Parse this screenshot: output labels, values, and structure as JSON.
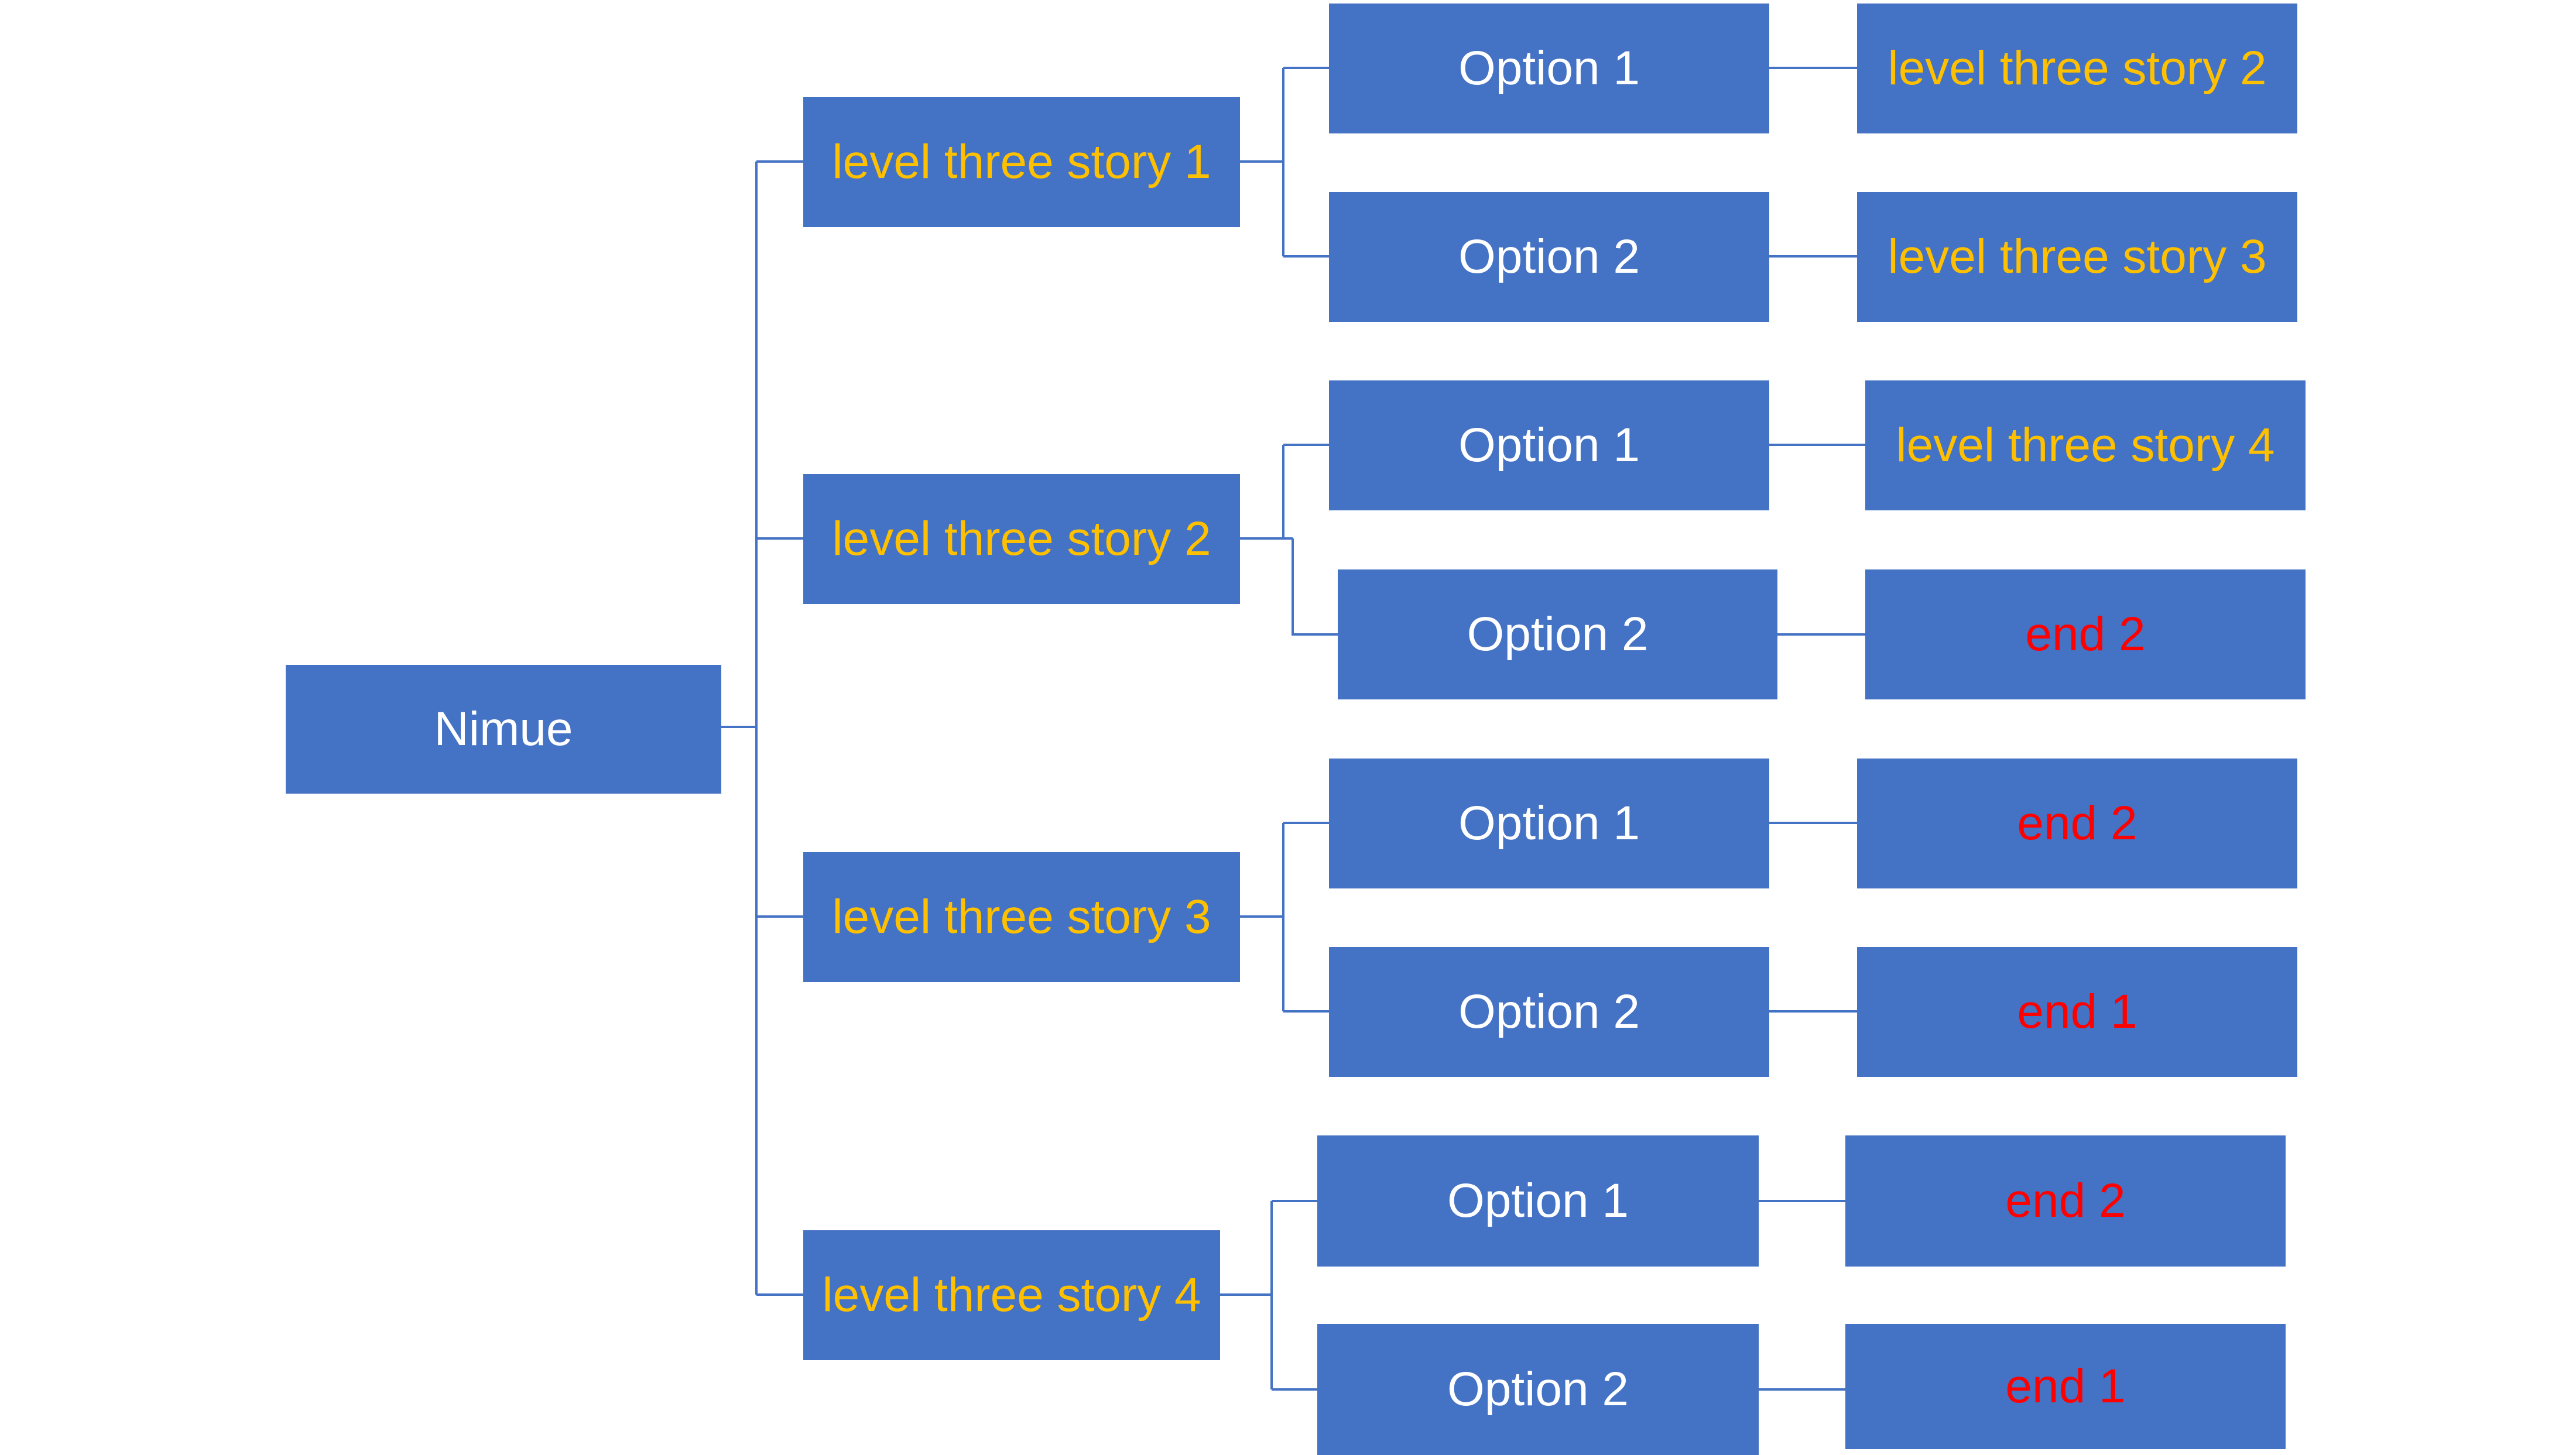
{
  "colors": {
    "box_fill": "#4472C4",
    "connector": "#4472C4",
    "text_white": "#FFFFFF",
    "text_gold": "#FFC000",
    "text_red": "#FF0000"
  },
  "root": {
    "label": "Nimue"
  },
  "level2": [
    {
      "label": "level three story 1"
    },
    {
      "label": "level three story 2"
    },
    {
      "label": "level three story 3"
    },
    {
      "label": "level three story 4"
    }
  ],
  "options": [
    {
      "label": "Option 1"
    },
    {
      "label": "Option 2"
    },
    {
      "label": "Option 1"
    },
    {
      "label": "Option 2"
    },
    {
      "label": "Option 1"
    },
    {
      "label": "Option 2"
    },
    {
      "label": "Option 1"
    },
    {
      "label": "Option 2"
    }
  ],
  "outcomes": [
    {
      "label": "level three story 2"
    },
    {
      "label": "level three story 3"
    },
    {
      "label": "level three story 4"
    },
    {
      "label": "end 2"
    },
    {
      "label": "end 2"
    },
    {
      "label": "end 1"
    },
    {
      "label": "end 2"
    },
    {
      "label": "end 1"
    }
  ]
}
